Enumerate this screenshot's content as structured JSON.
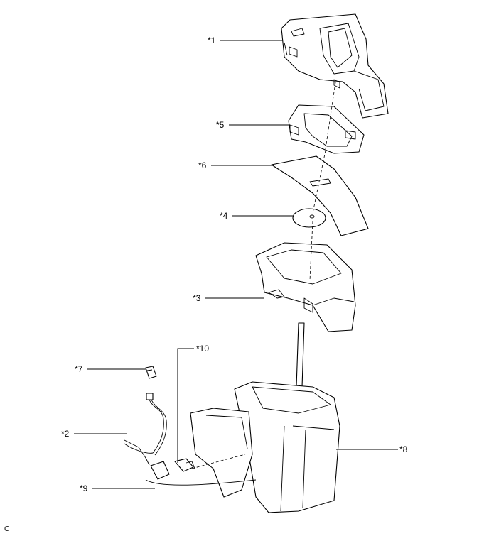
{
  "callouts": [
    {
      "id": "1",
      "text": "*1"
    },
    {
      "id": "5",
      "text": "*5"
    },
    {
      "id": "6",
      "text": "*6"
    },
    {
      "id": "4",
      "text": "*4"
    },
    {
      "id": "3",
      "text": "*3"
    },
    {
      "id": "10",
      "text": "*10"
    },
    {
      "id": "7",
      "text": "*7"
    },
    {
      "id": "2",
      "text": "*2"
    },
    {
      "id": "8",
      "text": "*8"
    },
    {
      "id": "9",
      "text": "*9"
    }
  ],
  "corner_code": "C"
}
